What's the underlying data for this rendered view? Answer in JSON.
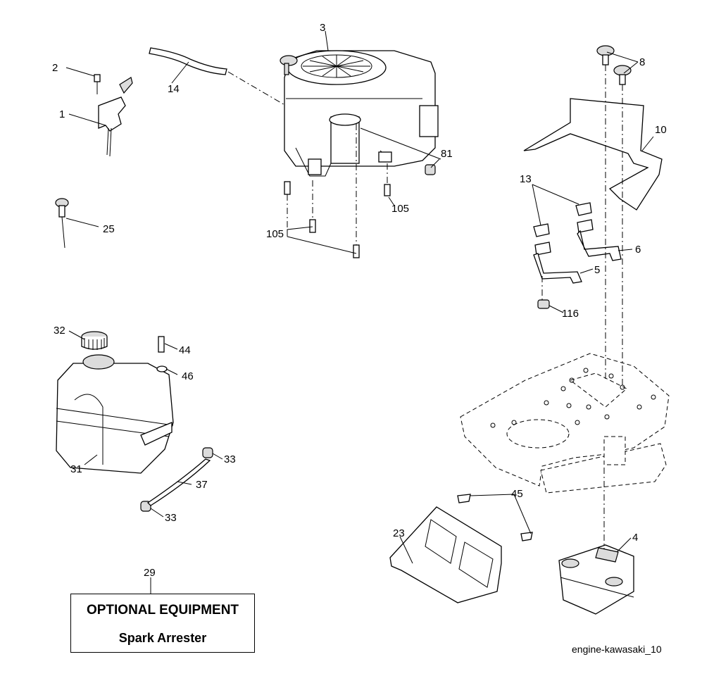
{
  "callouts": {
    "c1": "1",
    "c2": "2",
    "c3": "3",
    "c4": "4",
    "c5": "5",
    "c6": "6",
    "c8": "8",
    "c10": "10",
    "c13": "13",
    "c14": "14",
    "c23": "23",
    "c25": "25",
    "c29": "29",
    "c31": "31",
    "c32": "32",
    "c33a": "33",
    "c33b": "33",
    "c37": "37",
    "c44": "44",
    "c45": "45",
    "c46": "46",
    "c81": "81",
    "c105a": "105",
    "c105b": "105",
    "c116": "116"
  },
  "optional_box": {
    "title": "OPTIONAL EQUIPMENT",
    "subtitle": "Spark Arrester"
  },
  "figure_id": "engine-kawasaki_10"
}
